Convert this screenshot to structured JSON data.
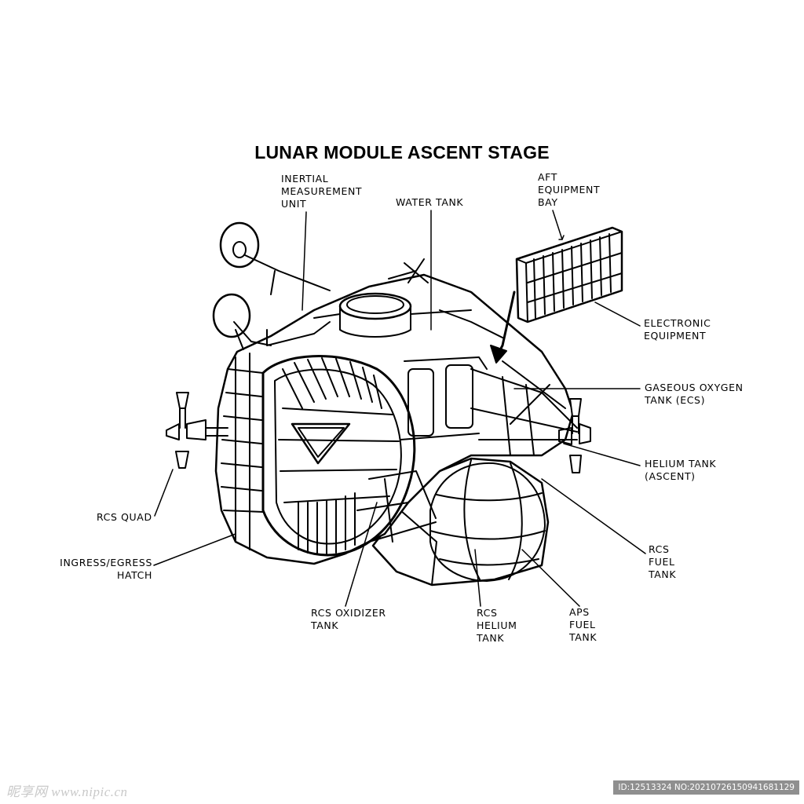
{
  "title": "LUNAR MODULE ASCENT STAGE",
  "labels": {
    "imu": [
      "INERTIAL",
      "MEASUREMENT",
      "UNIT"
    ],
    "water": [
      "WATER TANK"
    ],
    "aft": [
      "AFT",
      "EQUIPMENT",
      "BAY"
    ],
    "electronic": [
      "ELECTRONIC",
      "EQUIPMENT"
    ],
    "gox": [
      "GASEOUS  OXYGEN",
      "TANK (ECS)"
    ],
    "helium_ascent": [
      "HELIUM TANK",
      "(ASCENT)"
    ],
    "rcs_fuel": [
      "RCS",
      "FUEL",
      "TANK"
    ],
    "aps_fuel": [
      "APS",
      "FUEL",
      "TANK"
    ],
    "rcs_helium": [
      "RCS",
      "HELIUM",
      "TANK"
    ],
    "rcs_oxidizer": [
      "RCS OXIDIZER",
      "TANK"
    ],
    "hatch": [
      "INGRESS/EGRESS",
      "HATCH"
    ],
    "rcs_quad": [
      "RCS QUAD"
    ]
  },
  "watermark": {
    "left": "昵享网 www.nipic.cn",
    "right": "ID:12513324 NO:20210726150941681129"
  }
}
